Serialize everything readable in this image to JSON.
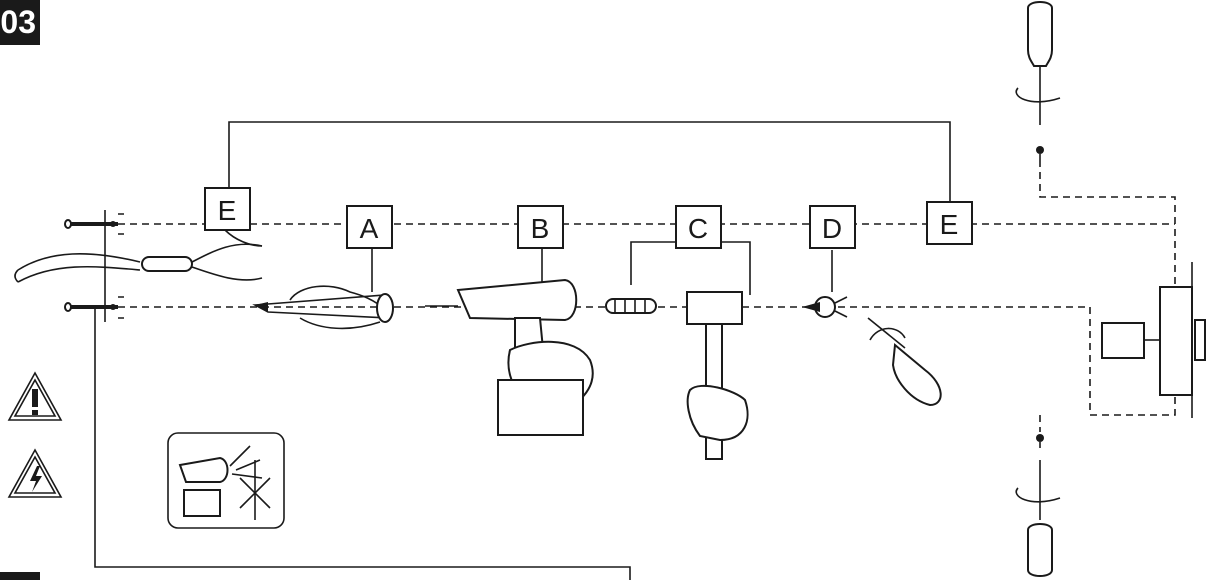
{
  "step": {
    "number": "03"
  },
  "labels": {
    "E_left": "E",
    "A": "A",
    "B": "B",
    "C": "C",
    "D": "D",
    "E_right": "E"
  },
  "icons": {
    "warning": "warning-triangle-icon",
    "electric": "electric-hazard-icon",
    "no_drill": "no-drilling-on-cables-icon",
    "screwdriver": "screwdriver-icon",
    "drill": "cordless-drill-icon",
    "hammer": "hammer-icon",
    "pencil": "pencil-marking-icon",
    "pliers": "pliers-icon",
    "anchor": "wall-plug-icon",
    "screw": "screw-icon",
    "fixture": "wall-fixture-icon"
  },
  "colors": {
    "ink": "#1a1a1a",
    "paper": "#ffffff"
  }
}
